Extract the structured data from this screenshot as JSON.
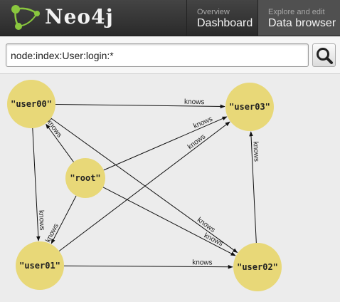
{
  "app": {
    "title": "Neo4j"
  },
  "nav": {
    "dashboard": {
      "sub": "Overview",
      "main": "Dashboard"
    },
    "browser": {
      "sub": "Explore and edit",
      "main": "Data browser"
    }
  },
  "search": {
    "value": "node:index:User:login:*"
  },
  "colors": {
    "node_fill": "#e8d878",
    "header_bg": "#333333",
    "active_tab": "#505050",
    "logo_green": "#8ac73e"
  },
  "graph": {
    "nodes": [
      {
        "id": "user00",
        "label": "\"user00\""
      },
      {
        "id": "user03",
        "label": "\"user03\""
      },
      {
        "id": "root",
        "label": "\"root\""
      },
      {
        "id": "user01",
        "label": "\"user01\""
      },
      {
        "id": "user02",
        "label": "\"user02\""
      }
    ],
    "edges": [
      {
        "from": "user00",
        "to": "user03",
        "label": "knows"
      },
      {
        "from": "user00",
        "to": "user01",
        "label": "knows"
      },
      {
        "from": "user00",
        "to": "user02",
        "label": "knows"
      },
      {
        "from": "root",
        "to": "user00",
        "label": "knows"
      },
      {
        "from": "root",
        "to": "user03",
        "label": "knows"
      },
      {
        "from": "root",
        "to": "user01",
        "label": "knows"
      },
      {
        "from": "root",
        "to": "user02",
        "label": "knows"
      },
      {
        "from": "user01",
        "to": "user03",
        "label": "knows"
      },
      {
        "from": "user01",
        "to": "user02",
        "label": "knows"
      },
      {
        "from": "user02",
        "to": "user03",
        "label": "knows"
      }
    ]
  }
}
